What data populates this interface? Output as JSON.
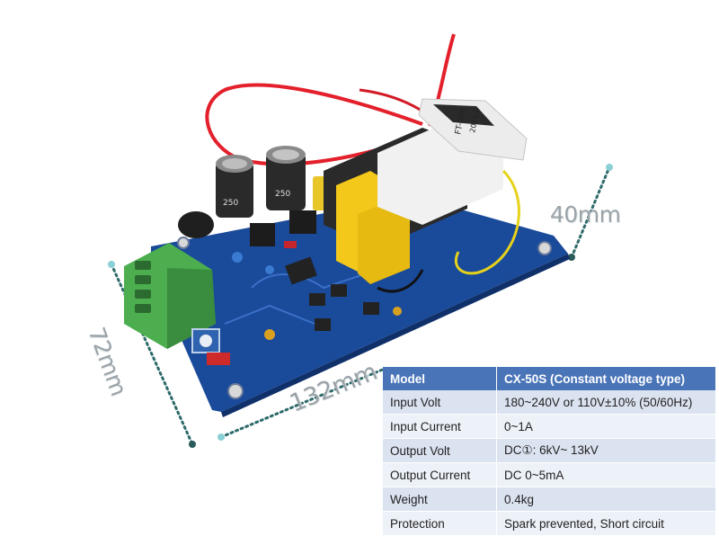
{
  "dimensions": {
    "length": "132mm",
    "width": "40mm",
    "height": "72mm"
  },
  "transformer_label": "FT-020",
  "transformer_date": "2019.0",
  "capacitor_label": "250",
  "spec_table": {
    "header": [
      "Model",
      "CX-50S (Constant voltage type)"
    ],
    "rows": [
      [
        "Input Volt",
        "180~240V or 110V±10% (50/60Hz)"
      ],
      [
        "Input Current",
        "0~1A"
      ],
      [
        "Output Volt",
        "DC①:  6kV~  13kV"
      ],
      [
        "Output Current",
        "DC 0~5mA"
      ],
      [
        "Weight",
        "0.4kg"
      ],
      [
        "Protection",
        "Spark prevented, Short circuit"
      ]
    ]
  },
  "colors": {
    "pcb": "#1a4a9a",
    "terminal": "#4cae4f",
    "wire_red": "#e3202b",
    "wire_yellow": "#e6d21a",
    "table_header": "#4a74b8"
  }
}
